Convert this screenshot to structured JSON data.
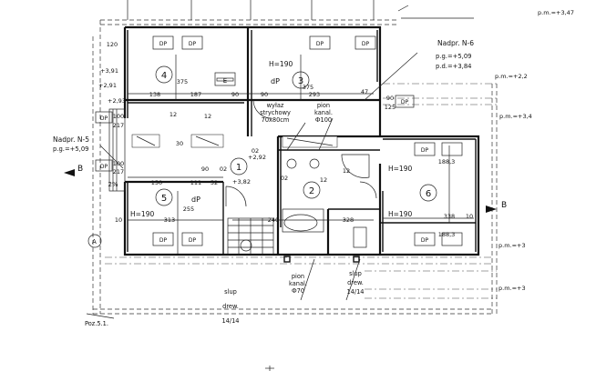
{
  "levels": {
    "top": "p.m.=+3,47",
    "right_a": "p.m.=+2,2",
    "right_b": "p.m.=+3,4",
    "right_c": "p.m.=+3",
    "right_d": "p.m.=+3"
  },
  "nadproze": {
    "n6": {
      "label": "Nadpr. N-6",
      "pg": "p.g.=+5,09",
      "pd": "p.d.=+3,84"
    },
    "n5": {
      "label": "Nadpr. N-5",
      "pg": "p.g.=+5,09"
    }
  },
  "rooms": [
    {
      "no": "4"
    },
    {
      "no": "3"
    },
    {
      "no": "1"
    },
    {
      "no": "2"
    },
    {
      "no": "5"
    },
    {
      "no": "6"
    }
  ],
  "heights": {
    "r3": "H=190",
    "r6a": "H=190",
    "r6b": "H=190",
    "r5": "H=190"
  },
  "labels": {
    "wylaz": "wyłaz",
    "strychowy": "strychowy",
    "wylaz_size": "70x80cm",
    "pion_top": "pion",
    "kanal_top": "kanal.",
    "fi_top": "Ф100",
    "pion_bot": "pion",
    "kanal_bot": "kanal.",
    "fi_bot": "Ф70",
    "slup1": "slup",
    "drew1": "drew.",
    "size1": "14/14",
    "slup2": "slup",
    "drew2": "drew.",
    "size2": "14/14",
    "poz": "Poz.5.1.",
    "section_b": "B",
    "axis_a": "A",
    "dp": "DP",
    "dp_lower": "dP",
    "e_mark": "E",
    "pct": "2%"
  },
  "dims": {
    "d120": "120",
    "d138": "138",
    "d187": "187",
    "d90a": "90",
    "d90b": "90",
    "d293": "293",
    "d47": "47",
    "d125": "125",
    "d90c": "90",
    "d375a": "375",
    "d375b": "375",
    "d12a": "12",
    "d12b": "12",
    "d12c": "12",
    "d12d": "12",
    "d150": "150",
    "d111": "111",
    "d52": "52",
    "d313": "313",
    "d10": "10",
    "d100a": "100",
    "d100b": "100",
    "d217a": "217",
    "d217b": "217",
    "d255": "255",
    "d240": "240",
    "d328": "328",
    "d338": "338",
    "d1012": "10",
    "d02a": "02",
    "d02b": "02",
    "d02c": "02",
    "d1883": "188,3",
    "d1883b": "188,3",
    "d90x": "90",
    "d30": "30",
    "s1": "+3,91",
    "s2": "+2,91",
    "s3": "+2,93",
    "s4": "+2,92",
    "s5": "+3,82"
  }
}
